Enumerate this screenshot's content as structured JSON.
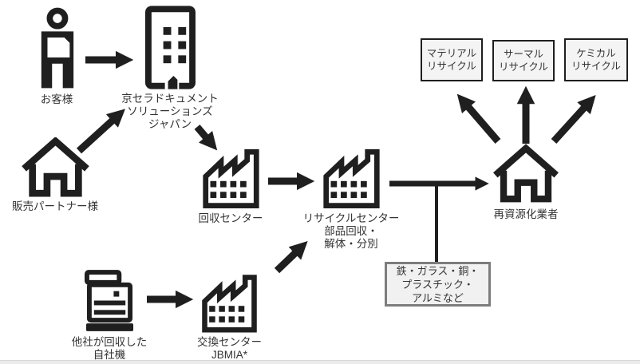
{
  "diagram": {
    "nodes": {
      "customer": {
        "icon": "person-icon",
        "lines": [
          "お客様"
        ]
      },
      "kyocera": {
        "icon": "building-icon",
        "lines": [
          "京セラドキュメント",
          "ソリューションズ",
          "ジャパン"
        ]
      },
      "sales_partner": {
        "icon": "house-icon",
        "lines": [
          "販売パートナー様"
        ]
      },
      "collection_center": {
        "icon": "factory-icon",
        "lines": [
          "回収センター"
        ]
      },
      "recycle_center": {
        "icon": "factory-icon",
        "lines": [
          "リサイクルセンター",
          "部品回収・",
          "解体・分別"
        ]
      },
      "re_resource_vendor": {
        "icon": "house-icon",
        "lines": [
          "再資源化業者"
        ]
      },
      "other_collected_machines": {
        "icon": "copier-icon",
        "lines": [
          "他社が回収した",
          "自社機"
        ]
      },
      "exchange_center": {
        "icon": "factory-icon",
        "lines": [
          "交換センター",
          "JBMIA*"
        ]
      }
    },
    "outcome_boxes": [
      {
        "lines": [
          "マテリアル",
          "リサイクル"
        ]
      },
      {
        "lines": [
          "サーマル",
          "リサイクル"
        ]
      },
      {
        "lines": [
          "ケミカル",
          "リサイクル"
        ]
      }
    ],
    "materials_box": {
      "lines": [
        "鉄・ガラス・銅・",
        "プラスチック・",
        "アルミなど"
      ]
    },
    "colors": {
      "icon": "#1f1f1f",
      "label_text": "#333333",
      "outcome_box_border": "#1f1f1f",
      "outcome_box_fill": "#f4f4f4",
      "materials_box_border": "#7d7d7d",
      "materials_box_fill": "#f1f1f1"
    }
  }
}
